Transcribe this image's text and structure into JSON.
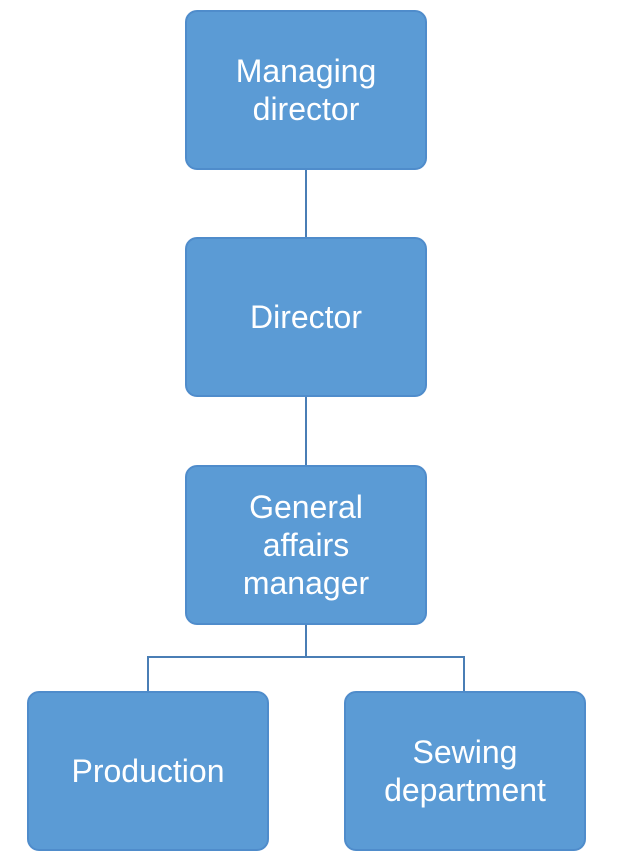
{
  "org_chart": {
    "nodes": [
      {
        "id": "managing-director",
        "label": "Managing\ndirector"
      },
      {
        "id": "director",
        "label": "Director"
      },
      {
        "id": "general-affairs-manager",
        "label": "General\naffairs\nmanager"
      },
      {
        "id": "production",
        "label": "Production"
      },
      {
        "id": "sewing-department",
        "label": "Sewing\ndepartment"
      }
    ],
    "edges": [
      {
        "from": "managing-director",
        "to": "director"
      },
      {
        "from": "director",
        "to": "general-affairs-manager"
      },
      {
        "from": "general-affairs-manager",
        "to": "production"
      },
      {
        "from": "general-affairs-manager",
        "to": "sewing-department"
      }
    ]
  },
  "colors": {
    "node_fill": "#5b9bd5",
    "node_border": "#4f8ccb",
    "node_text": "#ffffff",
    "connector": "#4a7eb5",
    "background": "#ffffff"
  }
}
